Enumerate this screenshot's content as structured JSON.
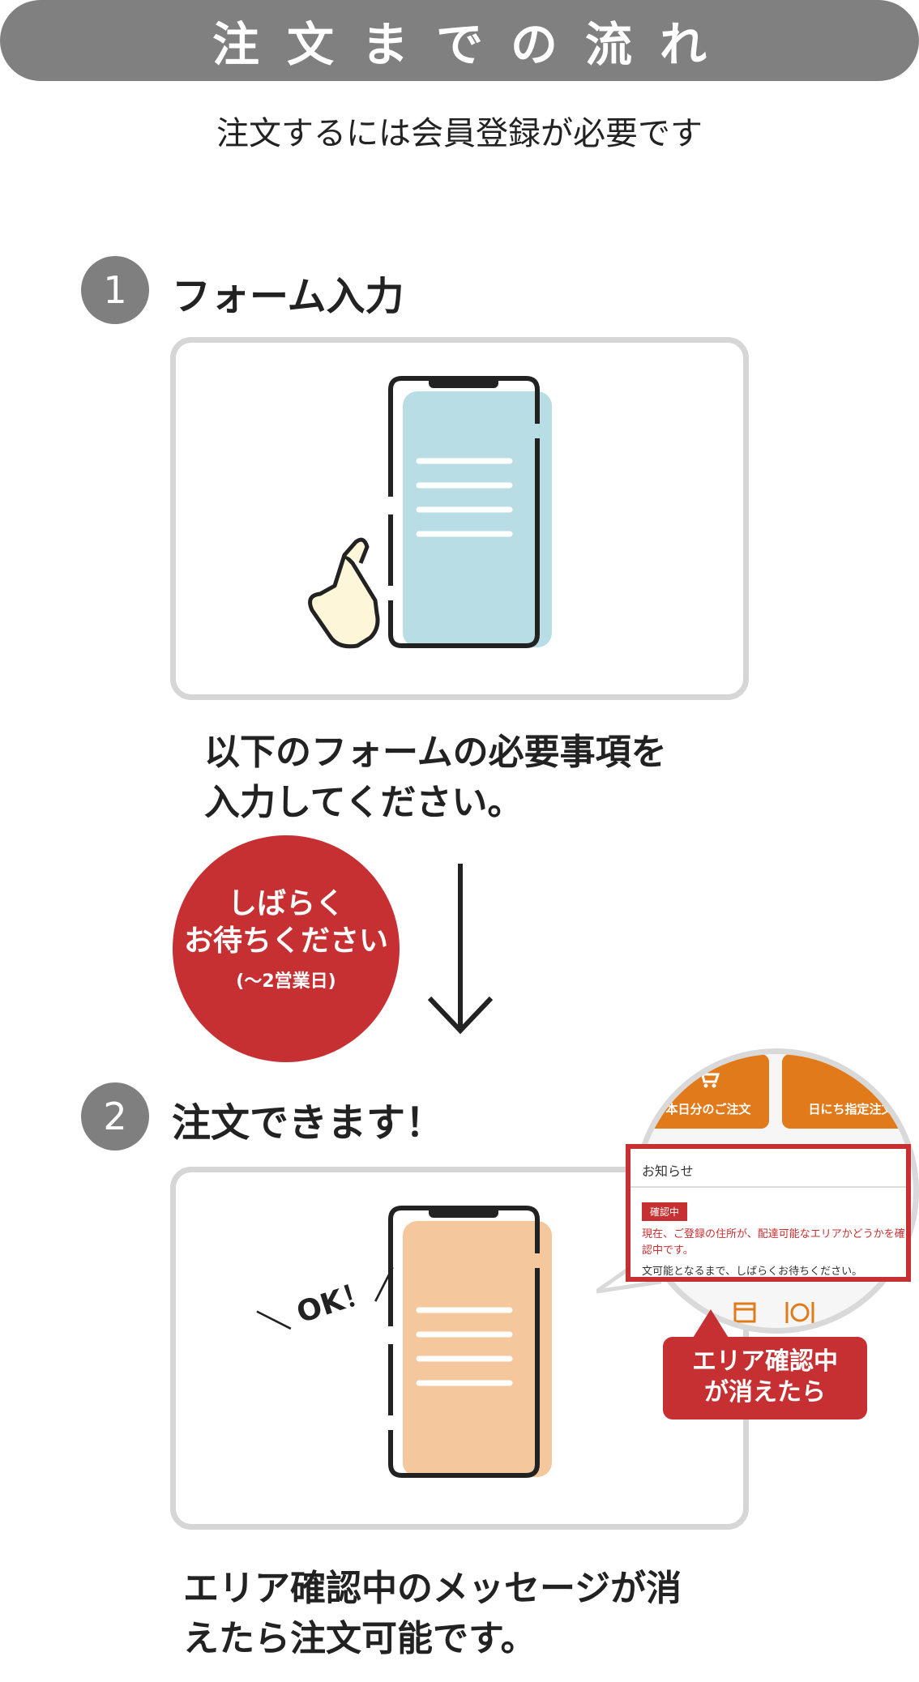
{
  "header": {
    "title": "注文までの流れ",
    "lead": "注文するには会員登録が必要です"
  },
  "steps": [
    {
      "number": "1",
      "title": "フォーム入力",
      "desc_line1": "以下のフォームの必要事項を",
      "desc_line2": "入力してください。"
    },
    {
      "number": "2",
      "title": "注文できます！",
      "desc_line1": "エリア確認中のメッセージが消",
      "desc_line2": "えたら注文可能です。",
      "ok_label": "＼ OK！／"
    }
  ],
  "wait_badge": {
    "line1": "しばらく",
    "line2": "お待ちください",
    "line3": "(〜2営業日)"
  },
  "zoom_inset": {
    "left_button": "本日分のご注文",
    "right_button": "日にち指定注文",
    "notice_title": "お知らせ",
    "status_badge": "確認中",
    "notice_text_red": "現在、ご登録の住所が、配達可能なエリアかどうかを確認中です。",
    "notice_text_black": "文可能となるまで、しばらくお待ちください。",
    "caption_line1": "エリア確認中",
    "caption_line2": "が消えたら"
  },
  "colors": {
    "accent_red": "#c73032",
    "phone_blue": "#b8dde4",
    "phone_orange": "#f4c79c",
    "button_orange": "#e07a1a",
    "gray_pill": "#808080"
  },
  "icons": [
    "pointing-hand-icon",
    "down-arrow-icon",
    "cart-icon",
    "calendar-icon",
    "cutlery-icon"
  ]
}
